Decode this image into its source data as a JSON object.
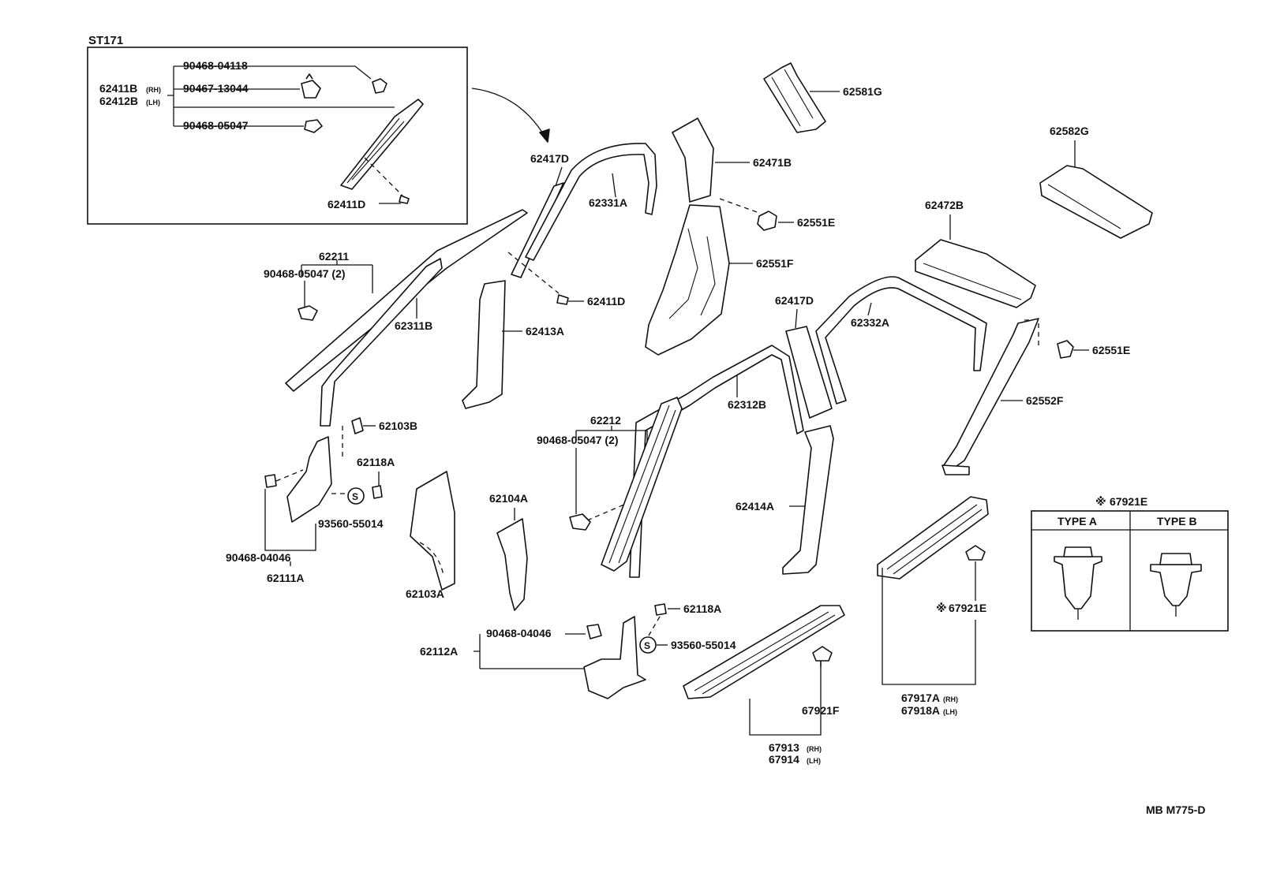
{
  "inset": {
    "code": "ST171",
    "parts": {
      "p1": "90468-04118",
      "p2": "90467-13044",
      "p3": "90468-05047",
      "group_rh": "62411B",
      "group_lh": "62412B",
      "bolt": "62411D"
    }
  },
  "suffix": {
    "rh": "(RH)",
    "lh": "(LH)"
  },
  "labels": {
    "l62581G": "62581G",
    "l62582G": "62582G",
    "l62471B": "62471B",
    "l62417D_a": "62417D",
    "l62331A": "62331A",
    "l62551E_a": "62551E",
    "l62551F": "62551F",
    "l62472B": "62472B",
    "l62211": "62211",
    "l90468_05047_a": "90468-05047 (2)",
    "l62311B": "62311B",
    "l62411D_b": "62411D",
    "l62413A": "62413A",
    "l62417D_b": "62417D",
    "l62332A": "62332A",
    "l62551E_b": "62551E",
    "l62312B": "62312B",
    "l62552F": "62552F",
    "l62103B": "62103B",
    "l62118A_a": "62118A",
    "l93560_a": "93560-55014",
    "l90468_04046_a": "90468-04046",
    "l62111A": "62111A",
    "l62103A": "62103A",
    "l62104A": "62104A",
    "l62212": "62212",
    "l90468_05047_b": "90468-05047 (2)",
    "l62414A": "62414A",
    "l62118A_b": "62118A",
    "l90468_04046_b": "90468-04046",
    "l93560_b": "93560-55014",
    "l62112A": "62112A",
    "l67921F": "67921F",
    "l67913": "67913",
    "l67914": "67914",
    "l67921E": "67921E",
    "l67917A": "67917A",
    "l67918A": "67918A",
    "s_mark_a": "S",
    "s_mark_b": "S",
    "asterisk": "※"
  },
  "clip_legend": {
    "title": "67921E",
    "type_a": "TYPE A",
    "type_b": "TYPE B"
  },
  "footer_code": "MB M775-D"
}
